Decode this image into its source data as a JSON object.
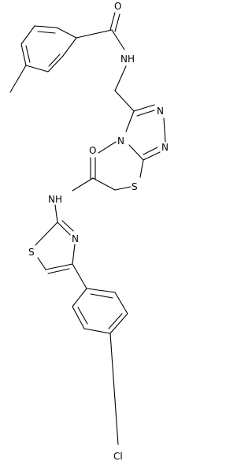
{
  "atoms": {
    "O_amide1": "O",
    "NH_amide1": "NH",
    "N_triazole_a": "N",
    "N_triazole_b": "N",
    "N_triazole_methyl": "N",
    "O_amide2": "O",
    "S_thioether": "S",
    "NH_amide2": "NH",
    "S_thiazole": "S",
    "N_thiazole": "N",
    "Cl": "Cl"
  }
}
